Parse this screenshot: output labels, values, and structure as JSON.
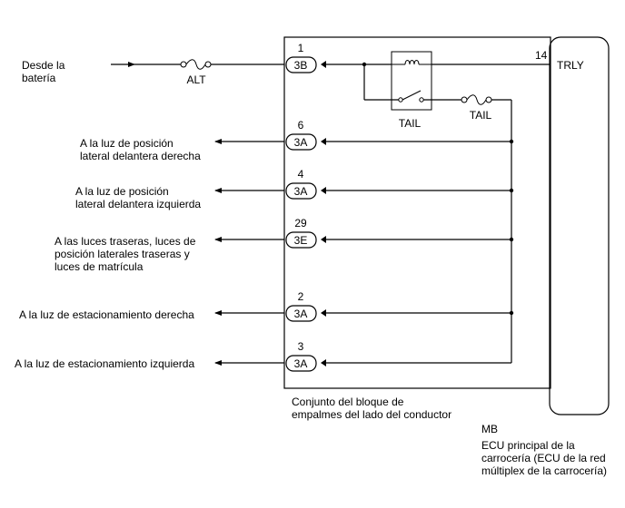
{
  "source": {
    "line1": "Desde la",
    "line2": "batería"
  },
  "fuse_alt": {
    "label": "ALT"
  },
  "relay": {
    "label": "TAIL"
  },
  "fuse_tail": {
    "label": "TAIL"
  },
  "ecu_pin": {
    "number": "14",
    "name": "TRLY"
  },
  "connectors": [
    {
      "pin": "1",
      "code": "3B"
    },
    {
      "pin": "6",
      "code": "3A"
    },
    {
      "pin": "4",
      "code": "3A"
    },
    {
      "pin": "29",
      "code": "3E"
    },
    {
      "pin": "2",
      "code": "3A"
    },
    {
      "pin": "3",
      "code": "3A"
    }
  ],
  "outputs": [
    {
      "lines": [
        "A la luz de posición",
        "lateral delantera derecha"
      ]
    },
    {
      "lines": [
        "A la luz de posición",
        "lateral delantera izquierda"
      ]
    },
    {
      "lines": [
        "A las luces traseras, luces de",
        "posición laterales traseras y",
        "luces de matrícula"
      ]
    },
    {
      "lines": [
        "A la luz de estacionamiento derecha"
      ]
    },
    {
      "lines": [
        "A la luz de estacionamiento izquierda"
      ]
    }
  ],
  "junction_block": {
    "line1": "Conjunto del bloque de",
    "line2": "empalmes del lado del conductor"
  },
  "ecu": {
    "code": "MB",
    "line1": "ECU principal de la",
    "line2": "carrocería (ECU de la red",
    "line3": "múltiplex de la carrocería)"
  }
}
